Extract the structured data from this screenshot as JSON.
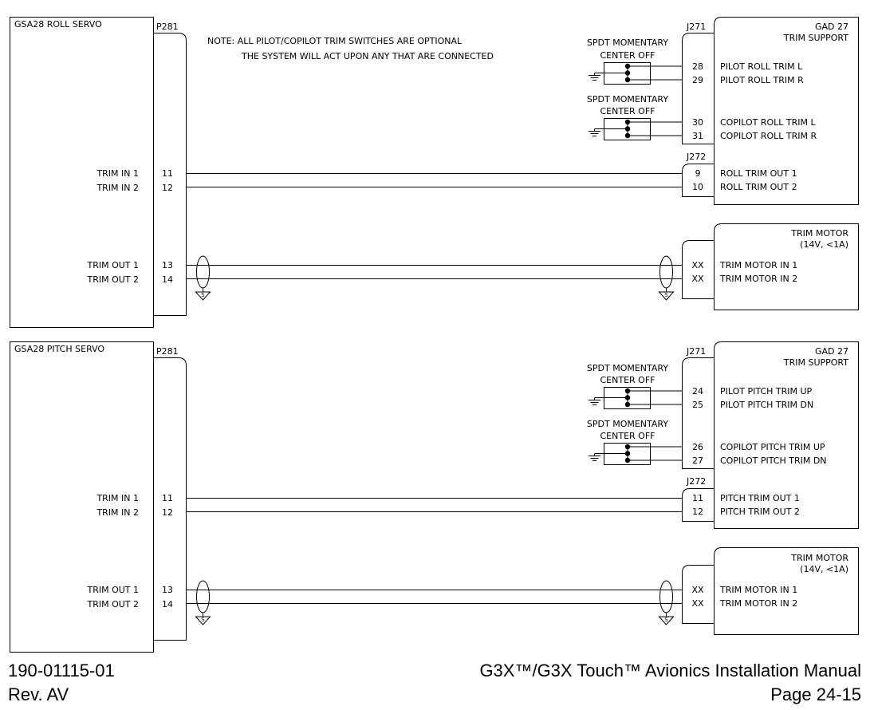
{
  "note": {
    "line1": "NOTE: ALL PILOT/COPILOT TRIM SWITCHES ARE OPTIONAL",
    "line2": "THE SYSTEM WILL ACT UPON ANY THAT ARE CONNECTED"
  },
  "sections": [
    {
      "servo_title": "GSA28 ROLL SERVO",
      "servo_connector": "P281",
      "servo_pins": [
        {
          "label": "TRIM IN 1",
          "num": "11"
        },
        {
          "label": "TRIM IN 2",
          "num": "12"
        },
        {
          "label": "TRIM OUT 1",
          "num": "13"
        },
        {
          "label": "TRIM OUT 2",
          "num": "14"
        }
      ],
      "gad_title1": "GAD 27",
      "gad_title2": "TRIM SUPPORT",
      "j271_label": "J271",
      "j272_label": "J272",
      "switch_label1": "SPDT MOMENTARY",
      "switch_label2": "CENTER OFF",
      "j271_pins": [
        {
          "num": "28",
          "label": "PILOT ROLL TRIM L"
        },
        {
          "num": "29",
          "label": "PILOT ROLL TRIM R"
        },
        {
          "num": "30",
          "label": "COPILOT ROLL TRIM L"
        },
        {
          "num": "31",
          "label": "COPILOT ROLL TRIM R"
        }
      ],
      "j272_pins": [
        {
          "num": "9",
          "label": "ROLL TRIM OUT 1"
        },
        {
          "num": "10",
          "label": "ROLL TRIM OUT 2"
        }
      ],
      "motor_title1": "TRIM MOTOR",
      "motor_title2": "(14V, <1A)",
      "motor_pins": [
        {
          "num": "XX",
          "label": "TRIM MOTOR IN 1"
        },
        {
          "num": "XX",
          "label": "TRIM MOTOR IN 2"
        }
      ],
      "shield_mark": "S"
    },
    {
      "servo_title": "GSA28 PITCH SERVO",
      "servo_connector": "P281",
      "servo_pins": [
        {
          "label": "TRIM IN 1",
          "num": "11"
        },
        {
          "label": "TRIM IN 2",
          "num": "12"
        },
        {
          "label": "TRIM OUT 1",
          "num": "13"
        },
        {
          "label": "TRIM OUT 2",
          "num": "14"
        }
      ],
      "gad_title1": "GAD 27",
      "gad_title2": "TRIM SUPPORT",
      "j271_label": "J271",
      "j272_label": "J272",
      "switch_label1": "SPDT MOMENTARY",
      "switch_label2": "CENTER OFF",
      "j271_pins": [
        {
          "num": "24",
          "label": "PILOT PITCH TRIM UP"
        },
        {
          "num": "25",
          "label": "PILOT PITCH TRIM DN"
        },
        {
          "num": "26",
          "label": "COPILOT PITCH TRIM UP"
        },
        {
          "num": "27",
          "label": "COPILOT PITCH TRIM DN"
        }
      ],
      "j272_pins": [
        {
          "num": "11",
          "label": "PITCH TRIM OUT 1"
        },
        {
          "num": "12",
          "label": "PITCH TRIM OUT 2"
        }
      ],
      "motor_title1": "TRIM MOTOR",
      "motor_title2": "(14V, <1A)",
      "motor_pins": [
        {
          "num": "XX",
          "label": "TRIM MOTOR IN 1"
        },
        {
          "num": "XX",
          "label": "TRIM MOTOR IN 2"
        }
      ],
      "shield_mark": "S"
    }
  ],
  "footer": {
    "doc_number": "190-01115-01",
    "revision": "Rev. AV",
    "manual_title": "G3X™/G3X Touch™ Avionics Installation Manual",
    "page": "Page 24-15"
  }
}
